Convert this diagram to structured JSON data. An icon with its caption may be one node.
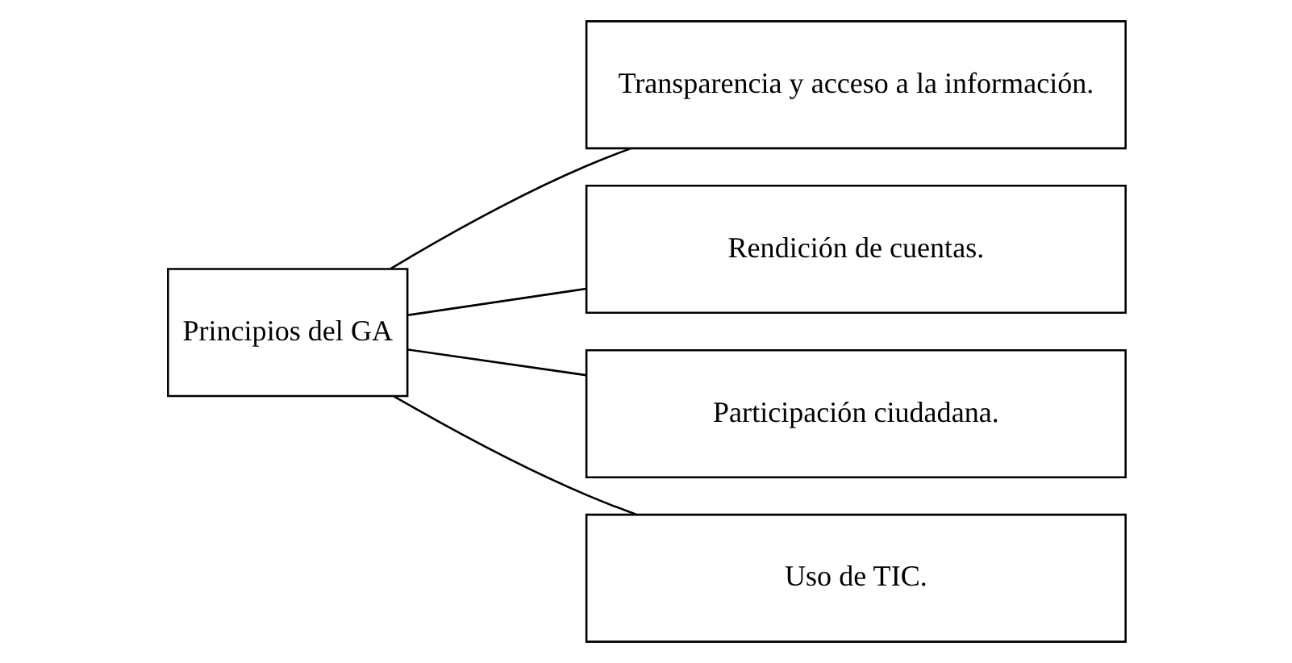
{
  "diagram": {
    "nodes": [
      {
        "text": [
          "Principios del GA"
        ]
      },
      {
        "text": [
          "Transparencia y acceso a la información."
        ]
      },
      {
        "text": [
          "Rendición de cuentas."
        ]
      },
      {
        "text": [
          "Participación ciudadana."
        ]
      },
      {
        "text": [
          "Uso de TIC."
        ]
      }
    ],
    "edges": [
      {
        "from": 0,
        "to": 1,
        "arrow": "none"
      },
      {
        "from": 0,
        "to": 2,
        "arrow": "none"
      },
      {
        "from": 0,
        "to": 3,
        "arrow": "none"
      },
      {
        "from": 0,
        "to": 4,
        "arrow": "none"
      }
    ]
  }
}
